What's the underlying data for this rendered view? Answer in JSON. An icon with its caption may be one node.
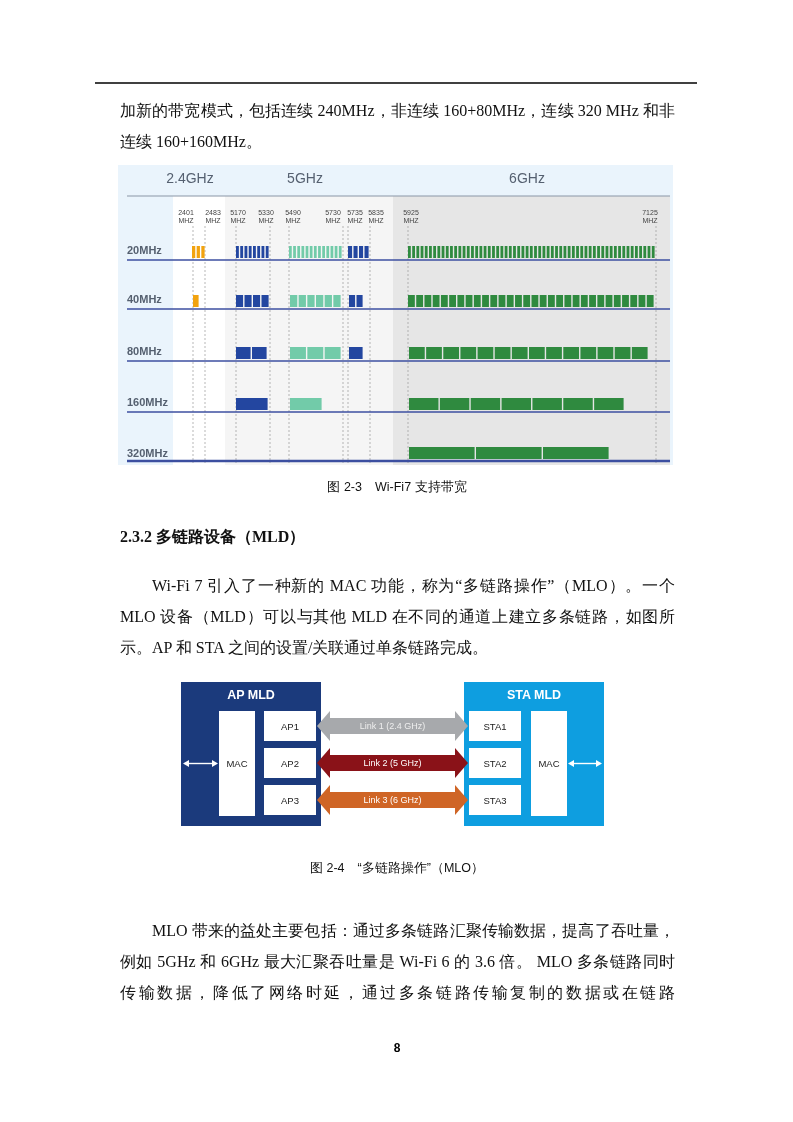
{
  "diagram": {
    "nodes": [
      {
        "text": [
          "AP MLD"
        ]
      },
      {
        "text": [
          "MAC"
        ],
        "in": 0
      },
      {
        "text": [
          "AP1"
        ],
        "in": 0
      },
      {
        "text": [
          "AP2"
        ],
        "in": 0
      },
      {
        "text": [
          "AP3"
        ],
        "in": 0
      },
      {
        "text": [
          "STA MLD"
        ]
      },
      {
        "text": [
          "STA1"
        ],
        "in": 5
      },
      {
        "text": [
          "STA2"
        ],
        "in": 5
      },
      {
        "text": [
          "STA3"
        ],
        "in": 5
      },
      {
        "text": [
          "MAC"
        ],
        "in": 5
      }
    ],
    "edges": [
      {
        "from": 2,
        "to": 6,
        "arrow": "both",
        "label": "Link 1 (2.4 GHz)",
        "color": "#a7a9ac"
      },
      {
        "from": 3,
        "to": 7,
        "arrow": "both",
        "label": "Link 2 (5 GHz)",
        "color": "#8a1218"
      },
      {
        "from": 4,
        "to": 8,
        "arrow": "both",
        "label": "Link 3 (6 GHz)",
        "color": "#cf6526"
      },
      {
        "from": null,
        "to": 1,
        "arrow": "both",
        "color": "#ffffff"
      },
      {
        "from": 9,
        "to": null,
        "arrow": "both",
        "color": "#ffffff"
      }
    ],
    "labels": [
      "加新的带宽模式，包括连续 240MHz，非连续 160+80MHz，连续 320 MHz 和非连续 160+160MHz。",
      "2.4GHz",
      "5GHz",
      "6GHz",
      "2401 MHZ",
      "2483 MHZ",
      "5170 MHZ",
      "5330 MHZ",
      "5490 MHZ",
      "5730 MHZ",
      "5735 MHZ",
      "5835 MHZ",
      "5925 MHZ",
      "7125 MHZ",
      "20MHz",
      "40MHz",
      "80MHz",
      "160MHz",
      "320MHz",
      "图 2-3　Wi-Fi7 支持带宽",
      "2.3.2  多链路设备（MLD）",
      "Wi-Fi 7 引入了一种新的 MAC 功能，称为“多链路操作”（MLO）。一个 MLO 设备（MLD）可以与其他 MLD 在不同的通道上建立多条链路，如图所示。AP 和 STA 之间的设置/关联通过单条链路完成。",
      "图 2-4　“多链路操作”（MLO）",
      "MLO 带来的益处主要包括：通过多条链路汇聚传输数据，提高了吞吐量，例如 5GHz 和 6GHz 最大汇聚吞吐量是 Wi-Fi 6 的 3.6 倍。 MLO 多条链路同时传输数据，降低了网络时延，通过多条链路传输复制的数据或在链路",
      "8"
    ]
  }
}
